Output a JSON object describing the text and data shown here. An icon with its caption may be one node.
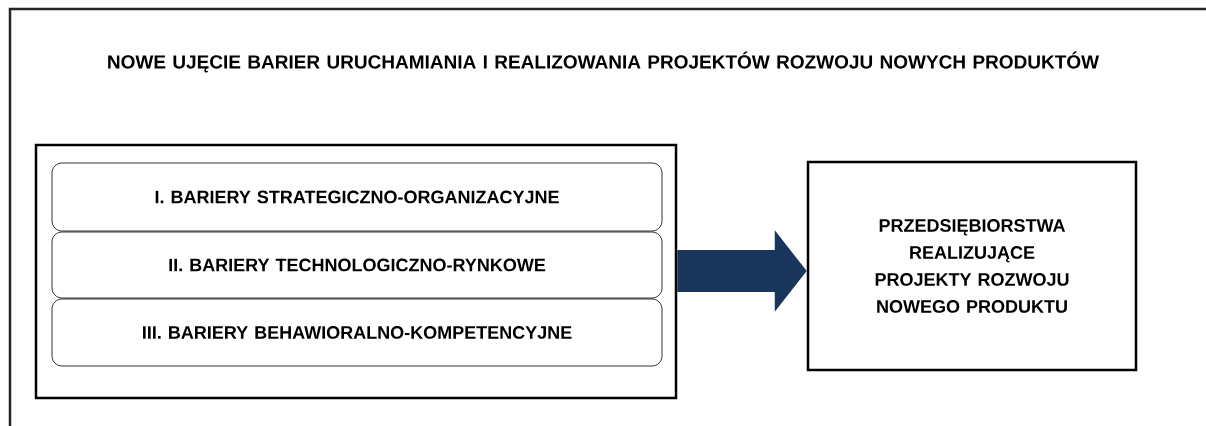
{
  "diagram": {
    "title": "NOWE UJĘCIE BARIER URUCHAMIANIA I REALIZOWANIA PROJEKTÓW ROZWOJU NOWYCH PRODUKTÓW",
    "nodes": [
      {
        "text": [],
        "shape": "box"
      },
      {
        "text": [
          "I. BARIERY STRATEGICZNO-ORGANIZACYJNE"
        ],
        "in": 0
      },
      {
        "text": [
          "II. BARIERY TECHNOLOGICZNO-RYNKOWE"
        ],
        "in": 0
      },
      {
        "text": [
          "III. BARIERY BEHAWIORALNO-KOMPETENCYJNE"
        ],
        "in": 0
      },
      {
        "text": [
          "PRZEDSIĘBIORSTWA REALIZUJĄCE PROJEKTY ROZWOJU NOWEGO PRODUKTU"
        ]
      }
    ],
    "edges": [
      {
        "from": 0,
        "to": 4,
        "arrow": "to"
      }
    ]
  }
}
